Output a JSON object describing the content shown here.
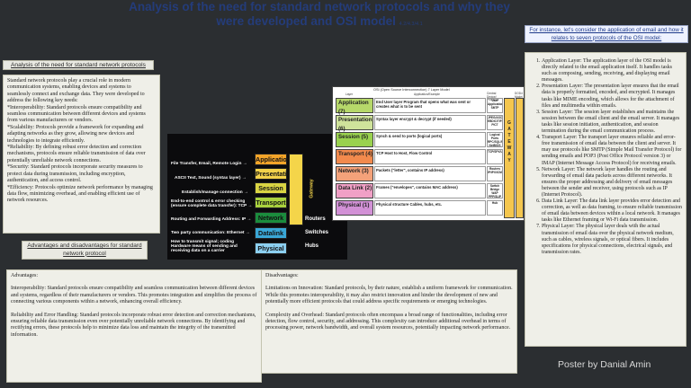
{
  "title": {
    "main": "Analysis of the need for standard network protocols and why they were developed and OSI model",
    "version": "4.2/4.3/4.1"
  },
  "section_headers": {
    "analysis": "Analysis of the need for standard network protocols",
    "adv_disadv": "Advantages and disadvantages for standard network protocol",
    "example": "For instance, let's consider the application of email and how it relates to seven protocols of the OSI model:"
  },
  "analysis_text": [
    "Standard network protocols play a crucial role in modern communication systems, enabling devices and systems to seamlessly connect and exchange data. They were developed to address the following key needs:",
    "*Interoperability: Standard protocols ensure compatibility and seamless communication between different devices and systems from various manufacturers or vendors.",
    "*Scalability: Protocols provide a framework for expanding and adapting networks as they grow, allowing new devices and technologies to integrate efficiently.",
    "*Reliability: By defining robust error detection and correction mechanisms, protocols ensure reliable transmission of data over potentially unreliable network connections.",
    "*Security: Standard protocols incorporate security measures to protect data during transmission, including encryption, authentication, and access control.",
    "*Efficiency: Protocols optimize network performance by managing data flow, minimizing overhead, and enabling efficient use of network resources."
  ],
  "advantages": {
    "heading": "Advantages:",
    "paragraphs": [
      "Interoperability: Standard protocols ensure compatibility and seamless communication between different devices and systems, regardless of their manufacturers or vendors. This promotes integration and simplifies the process of connecting various components within a network, enhancing overall efficiency.",
      "Reliability and Error Handling: Standard protocols incorporate robust error detection and correction mechanisms, ensuring reliable data transmission even over potentially unreliable network connections. By identifying and rectifying errors, these protocols help to minimize data loss and maintain the integrity of the transmitted information."
    ]
  },
  "disadvantages": {
    "heading": "Disadvantages:",
    "paragraphs": [
      "Limitations on Innovation: Standard protocols, by their nature, establish a uniform framework for communication. While this promotes interoperability, it may also restrict innovation and hinder the development of new and potentially more efficient protocols that could address specific requirements or emerging technologies.",
      "Complexity and Overhead: Standard protocols often encompass a broad range of functionalities, including error detection, flow control, security, and addressing. This complexity can introduce additional overhead in terms of processing power, network bandwidth, and overall system resources, potentially impacting network performance."
    ]
  },
  "osi_email_list": [
    "Application Layer: The application layer of the OSI model is directly related to the email application itself. It handles tasks such as composing, sending, receiving, and displaying email messages.",
    "Presentation Layer: The presentation layer ensures that the email data is properly formatted, encoded, and encrypted. It manages tasks like MIME encoding, which allows for the attachment of files and multimedia within emails.",
    "Session Layer: The session layer establishes and maintains the session between the email client and the email server. It manages tasks like session initiation, authentication, and session termination during the email communication process.",
    "Transport Layer: The transport layer ensures reliable and error-free transmission of email data between the client and server. It may use protocols like SMTP (Simple Mail Transfer Protocol) for sending emails and POP3 (Post Office Protocol version 3) or IMAP (Internet Message Access Protocol) for receiving emails.",
    "Network Layer: The network layer handles the routing and forwarding of email data packets across different networks. It ensures the proper addressing and delivery of email messages between the sender and receiver, using protocols such as IP (Internet Protocol).",
    "Data Link Layer: The data link layer provides error detection and correction, as well as data framing, to ensure reliable transmission of email data between devices within a local network. It manages tasks like Ethernet framing or Wi-Fi data transmission.",
    "Physical Layer: The physical layer deals with the actual transmission of email data over the physical network medium, such as cables, wireless signals, or optical fibers. It includes specifications for physical connections, electrical signals, and transmission rates."
  ],
  "left_diagram": {
    "descriptions": [
      "File Transfer, Email, Remote Login →",
      "ASCII Text, Sound (syntax layer) →",
      "Establish/manage connection →",
      "End-to-end control & error checking (ensure complete data transfer): TCP →",
      "Routing and Forwarding Address: IP →",
      "Two party communication: Ethernet →",
      "How to transmit signal; coding Hardware means of sending and receiving data on a carrier"
    ],
    "layers": [
      {
        "name": "Application",
        "color": "#f4a429"
      },
      {
        "name": "Presentation",
        "color": "#f3d24b"
      },
      {
        "name": "Session",
        "color": "#d9d443"
      },
      {
        "name": "Transport",
        "color": "#a9d23e"
      },
      {
        "name": "Network",
        "color": "#1b8c3d"
      },
      {
        "name": "Datalink",
        "color": "#3aa7d6"
      },
      {
        "name": "Physical",
        "color": "#8ccff0"
      }
    ],
    "devices": [
      "Routers",
      "Switches",
      "Hubs"
    ],
    "gateway": "Gateway"
  },
  "osi_table": {
    "caption": "OSI (Open Source Interconnection) 7 Layer Model",
    "col_headers": [
      "Layer",
      "Application/Example",
      "Central Device/ Protocols",
      "DOD4 Model"
    ],
    "rows": [
      {
        "layer": "Application (7)",
        "color": "#b6d86a",
        "desc": "End User layer  Program that opens what was sent or creates what is to be sent",
        "dev": "User Applications SMTP"
      },
      {
        "layer": "Presentation (6)",
        "color": "#cfe39b",
        "desc": "Syntax layer  encrypt & decrypt (if needed)",
        "dev": "JPEG/ASCII EBDIC/TIFF/GIF PICT"
      },
      {
        "layer": "Session (5)",
        "color": "#9ad24f",
        "desc": "Synch & send to ports (logical ports)",
        "dev": "Logical Ports RPC/SQL/NFS NetBIOS names"
      },
      {
        "layer": "Transport (4)",
        "color": "#f28a4d",
        "desc": "TCP Host to Host, Flow Control",
        "dev": "TCP/SPX/UDP"
      },
      {
        "layer": "Network (3)",
        "color": "#f4a27a",
        "desc": "Packets (\"letter\", contains IP address)",
        "dev": "Routers IP/IPX/ICMP"
      },
      {
        "layer": "Data Link (2)",
        "color": "#f1a0c6",
        "desc": "Frames (\"envelopes\", contains MAC address)",
        "dev": "Switch Bridge WAP PPP/SLIP"
      },
      {
        "layer": "Physical (1)",
        "color": "#d291d6",
        "desc": "Physical structure  Cables, hubs, etc.",
        "dev": "Hub"
      }
    ],
    "gateway": "GATEWAY"
  },
  "credit": "Poster by Danial Amin"
}
